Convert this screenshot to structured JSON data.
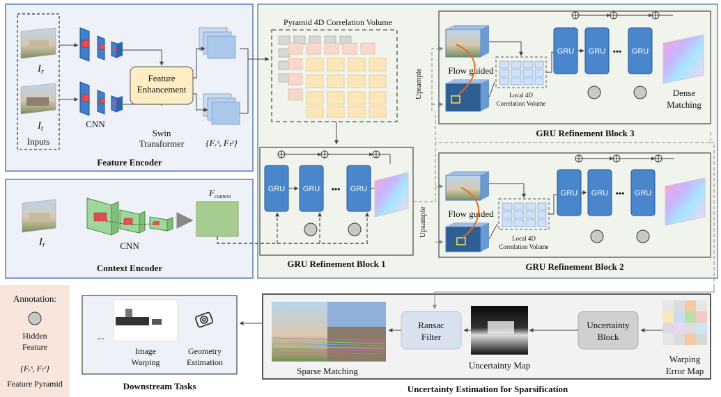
{
  "feature_encoder": {
    "title": "Feature Encoder",
    "inputs_label": "Inputs",
    "ir_label": "I",
    "ir_sub": "r",
    "it_label": "I",
    "it_sub": "t",
    "cnn_label": "CNN",
    "swin_line1": "Swin",
    "swin_line2": "Transformer",
    "enhance_line1": "Feature",
    "enhance_line2": "Enhancement",
    "features_label": "{F",
    "features_full": "{Fᵣˢ, Fₜˢ}"
  },
  "context_encoder": {
    "title": "Context Encoder",
    "ir_label": "I",
    "ir_sub": "r",
    "cnn_label": "CNN",
    "fcontext_label": "F",
    "fcontext_sub": "context"
  },
  "pyramid": {
    "title": "Pyramid 4D Correlation Volume"
  },
  "block1": {
    "title": "GRU Refinement Block 1",
    "gru": "GRU",
    "dots": "•••"
  },
  "block2": {
    "title": "GRU Refinement Block 2",
    "gru": "GRU",
    "dots": "•••",
    "upsample": "Upsample",
    "flow_guided": "Flow guided",
    "local_line1": "Local 4D",
    "local_line2": "Correlation Volume"
  },
  "block3": {
    "title": "GRU Refinement Block 3",
    "gru": "GRU",
    "dots": "•••",
    "upsample": "Upsample",
    "flow_guided": "Flow guided",
    "local_line1": "Local 4D",
    "local_line2": "Correlation Volume",
    "dense_line1": "Dense",
    "dense_line2": "Matching"
  },
  "annotation": {
    "title": "Annotation:",
    "hidden_line1": "Hidden",
    "hidden_line2": "Feature",
    "pyramid_symbol": "{Fᵣˢ, Fₜˢ}",
    "pyramid_label": "Feature Pyramid"
  },
  "downstream": {
    "title": "Downstream Tasks",
    "ellipsis": "...",
    "warping_line1": "Image",
    "warping_line2": "Warping",
    "geometry_line1": "Geometry",
    "geometry_line2": "Estimation"
  },
  "uncertainty": {
    "title": "Uncertainty Estimation for Sparsification",
    "sparse_label": "Sparse Matching",
    "ransac_line1": "Ransac",
    "ransac_line2": "Filter",
    "umap_label": "Uncertainty Map",
    "ublock_line1": "Uncertainty",
    "ublock_line2": "Block",
    "warp_line1": "Warping",
    "warp_line2": "Error Map"
  },
  "colors": {
    "encoder_bg": "#eef1f8",
    "encoder_border": "#7d9ad0",
    "refine_bg": "#f0f4ec",
    "refine_border": "#8fa6b4",
    "annotation_bg": "#f8e6dd",
    "cnn_blue": "#3f7fd0",
    "cnn_green": "#9fd79a",
    "gru_blue": "#4a86cc",
    "corr_pink": "#f9d8cc",
    "corr_yellow": "#fde7b9",
    "enhance_fill": "#fdedc3",
    "feature_blue": "#a9c8ea",
    "context_green": "#a7cc8f",
    "gray_block": "#d0d0d0",
    "ransac_fill": "#d8e2ef",
    "flow_orange": "#e86a1e"
  }
}
